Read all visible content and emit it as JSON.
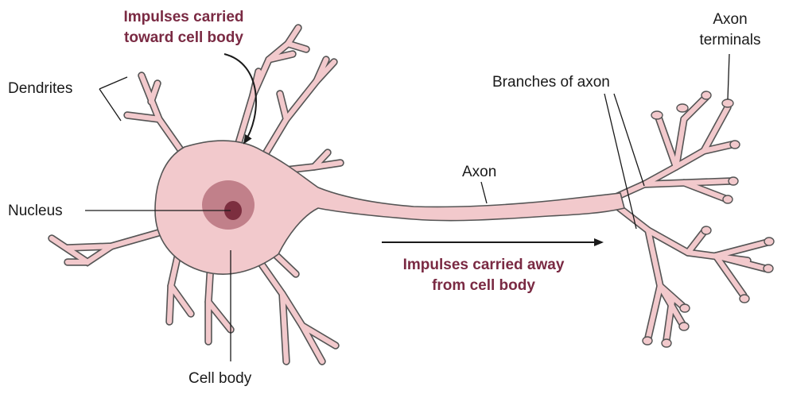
{
  "labels": {
    "dendrites": "Dendrites",
    "nucleus": "Nucleus",
    "cell_body": "Cell body",
    "axon": "Axon",
    "branches_of_axon": "Branches of axon",
    "axon_terminals_line1": "Axon",
    "axon_terminals_line2": "terminals"
  },
  "annotations": {
    "toward_line1": "Impulses carried",
    "toward_line2": "toward cell body",
    "away_line1": "Impulses carried away",
    "away_line2": "from cell body"
  },
  "colors": {
    "cell_fill": "#f2c9cc",
    "outline": "#555555",
    "nucleus_outer": "#b8737e",
    "nucleus_inner": "#7c2e3f",
    "annotation_text": "#7a2a43"
  }
}
